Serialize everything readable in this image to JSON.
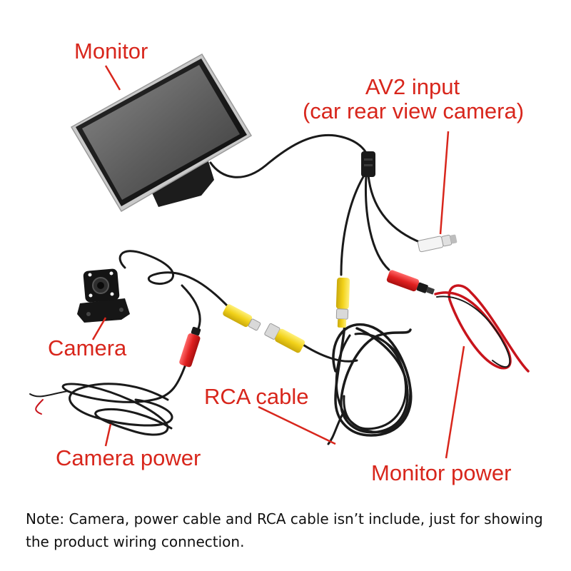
{
  "labels": {
    "monitor": "Monitor",
    "av2_line1": "AV2 input",
    "av2_line2": "(car rear view camera)",
    "camera": "Camera",
    "rca_cable": "RCA cable",
    "camera_power": "Camera power",
    "monitor_power": "Monitor power"
  },
  "note": {
    "line1": "Note: Camera, power cable and RCA cable isn’t include, just for showing",
    "line2": "the product wiring connection."
  },
  "colors": {
    "label_text": "#d8261c",
    "cable": "#1a1a1a",
    "rca_yellow": "#f2d21a",
    "rca_red": "#e02020",
    "rca_white": "#f4f4f4",
    "power_red": "#c8141c"
  }
}
